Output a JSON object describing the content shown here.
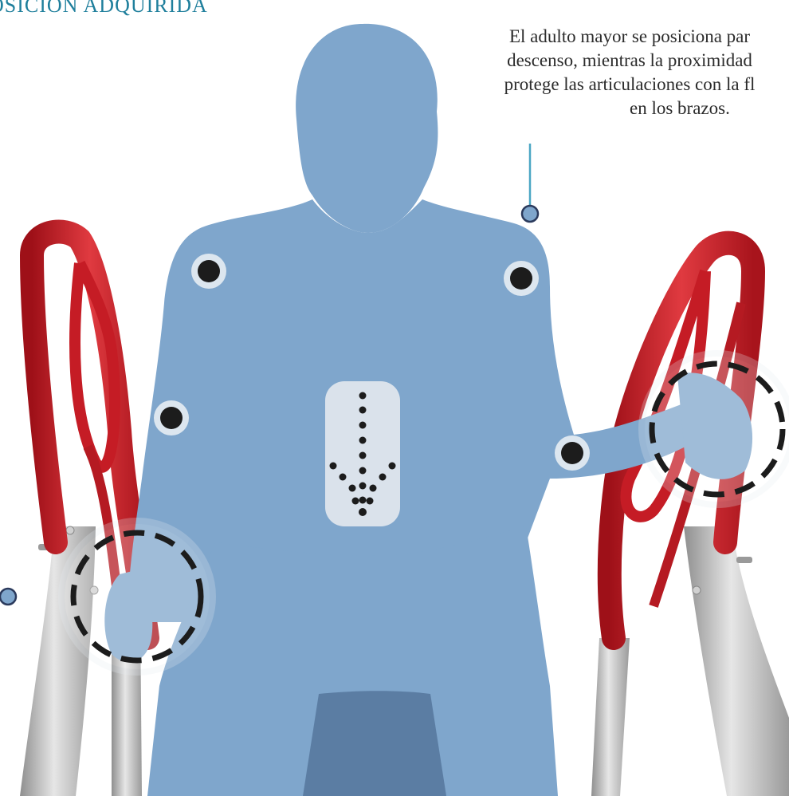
{
  "header": {
    "title": "OSICIÓN ADQUIRIDA"
  },
  "annotation": {
    "lines": [
      "El adulto mayor se posiciona par",
      "descenso, mientras la proximidad",
      "protege las articulaciones con la fl",
      "en los brazos."
    ]
  },
  "colors": {
    "accent": "#1f7f9c",
    "figure": "#7fa6cc",
    "walker_frame": "#c8202a",
    "walker_legs": "#bdbdbd",
    "joint_marker": "#1c1c1c",
    "pointer": "#4aa6c4"
  },
  "icons": {
    "descent_indicator": "arrow-down-dotted-icon",
    "joint": "joint-marker-icon",
    "grip": "dashed-circle-grip-icon"
  }
}
